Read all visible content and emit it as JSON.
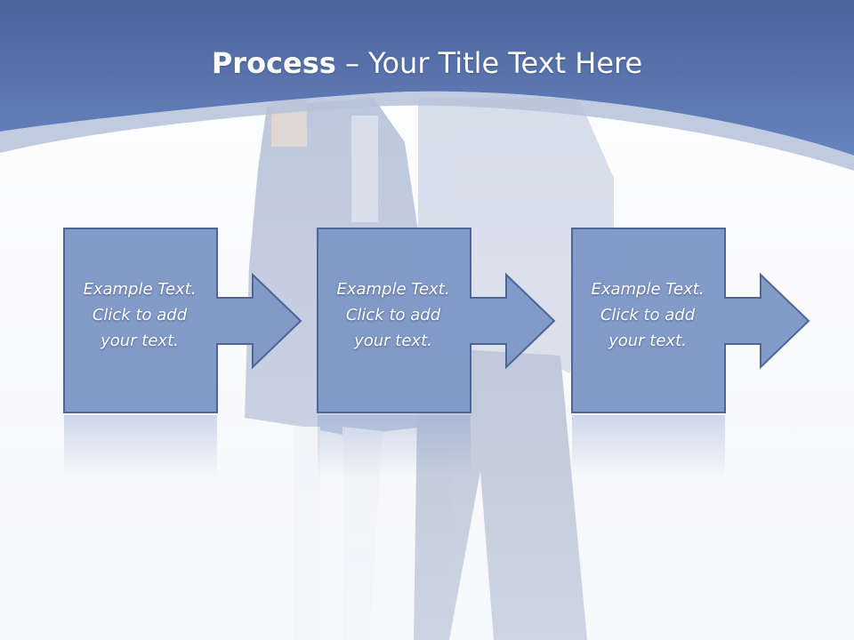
{
  "slide": {
    "title_bold": "Process",
    "title_rest": "Your Title Text Here",
    "title_separator": " – "
  },
  "steps": [
    {
      "lines": [
        "Example Text.",
        "Click  to add",
        "your text."
      ]
    },
    {
      "lines": [
        "Example Text.",
        "Click  to add",
        "your text."
      ]
    },
    {
      "lines": [
        "Example Text.",
        "Click  to add",
        "your text."
      ]
    }
  ],
  "colors": {
    "header_top": "#4a6aa3",
    "header_bottom": "#6a88c2",
    "box_fill": "#7f98c7",
    "box_stroke": "#4e6596",
    "background": "#f4f6fa",
    "photo_tint": "#c3ccdd"
  },
  "icons": {
    "arrow": "right-arrow-shape"
  }
}
